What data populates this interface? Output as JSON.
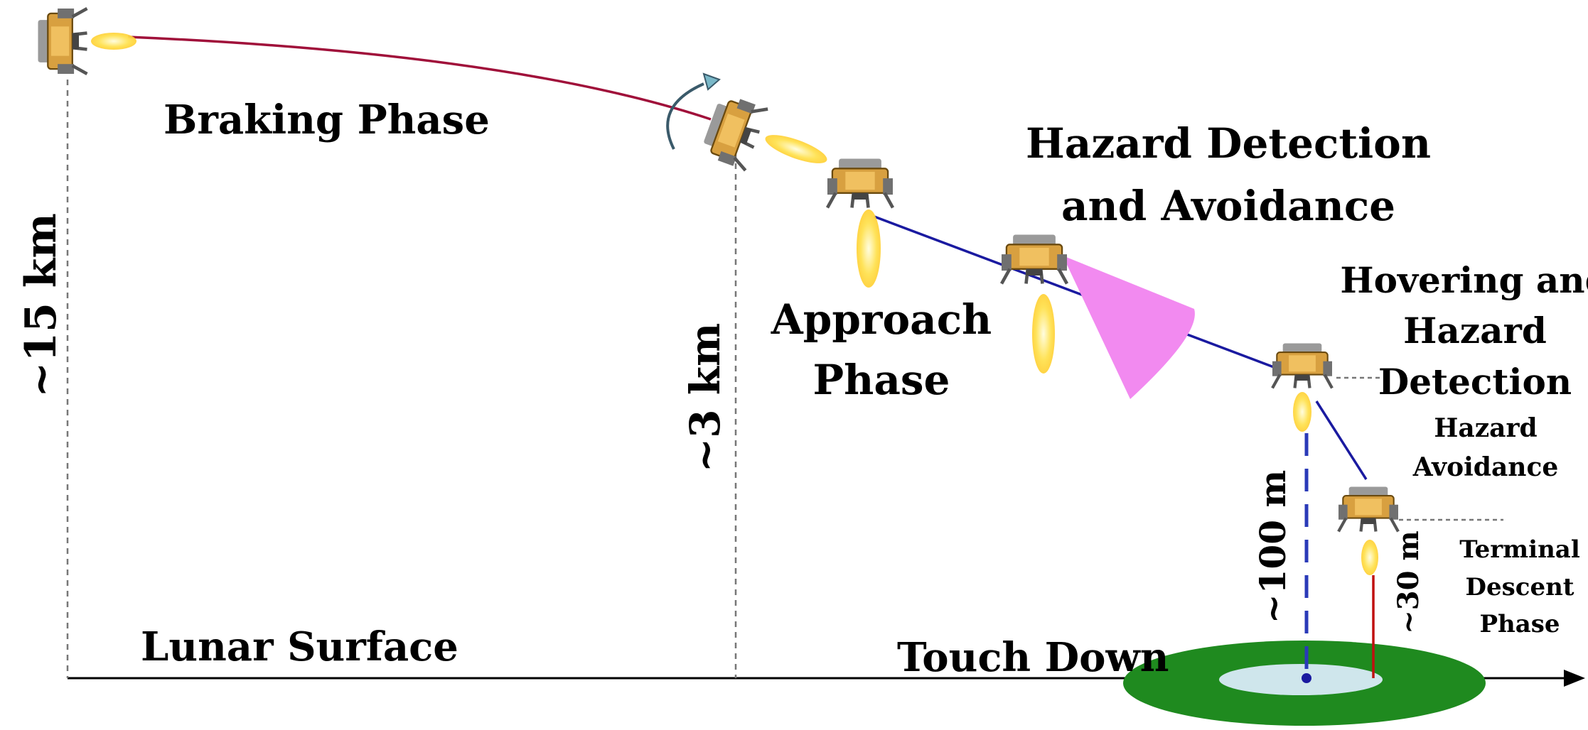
{
  "labels": {
    "braking_phase": "Braking Phase",
    "altitude_15km": "~15 km",
    "altitude_3km": "~3 km",
    "approach_phase_line1": "Approach",
    "approach_phase_line2": "Phase",
    "hazard_detection_line1": "Hazard Detection",
    "hazard_detection_line2": "and Avoidance",
    "hovering_line1": "Hovering and",
    "hovering_line2": "Hazard",
    "hovering_line3": "Detection",
    "hazard_avoidance_line1": "Hazard",
    "hazard_avoidance_line2": "Avoidance",
    "altitude_100m": "~100 m",
    "altitude_30m": "~30 m",
    "terminal_line1": "Terminal",
    "terminal_line2": "Descent",
    "terminal_line3": "Phase",
    "lunar_surface": "Lunar Surface",
    "touch_down": "Touch Down"
  },
  "colors": {
    "braking_trajectory": "#a0103a",
    "approach_trajectory": "#1a1aa0",
    "terminal_trajectory": "#c01010",
    "sensor_cone": "#f28af0",
    "landing_zone_outer": "#1f8a1f",
    "landing_zone_inner": "#cfe6ec",
    "plume": "#ffd23a",
    "lander_body": "#8a8a8a",
    "lander_gold": "#d8a040"
  },
  "icons": [
    "lander-icon",
    "thruster-plume-icon",
    "rotation-arrow-icon",
    "axis-arrow-icon"
  ]
}
